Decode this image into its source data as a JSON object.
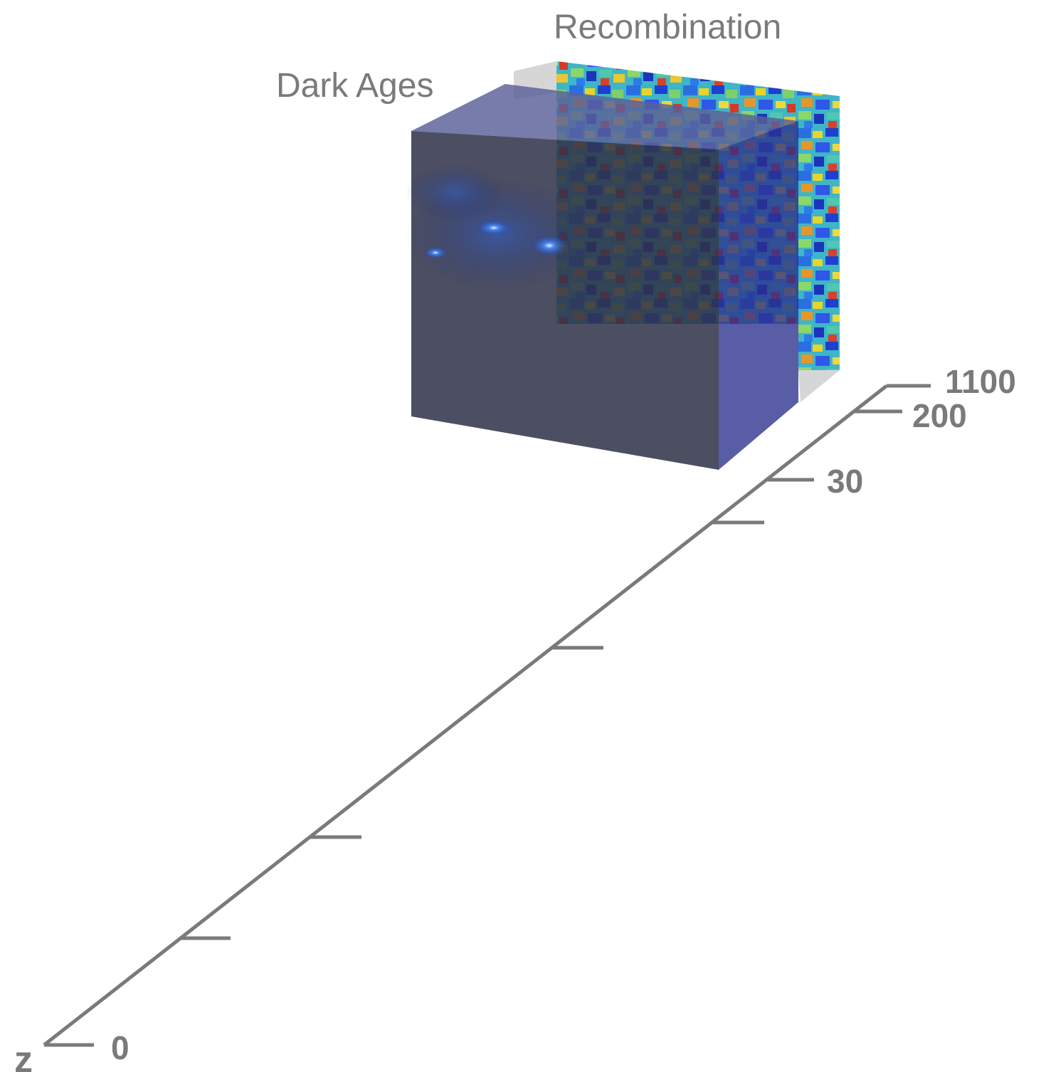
{
  "labels": {
    "recombination": "Recombination",
    "dark_ages": "Dark Ages",
    "axis": "z"
  },
  "ticks": [
    {
      "label": "1100"
    },
    {
      "label": "200"
    },
    {
      "label": "30"
    },
    {
      "label": ""
    },
    {
      "label": ""
    },
    {
      "label": ""
    },
    {
      "label": ""
    },
    {
      "label": "0"
    }
  ],
  "colors": {
    "axis": "#7a7a7a",
    "text": "#7a7a7a",
    "cube_front": "#2f3148",
    "cube_right": "#2a2f8c",
    "cube_top": "#5a5f98",
    "glow": "#4a8cff"
  }
}
